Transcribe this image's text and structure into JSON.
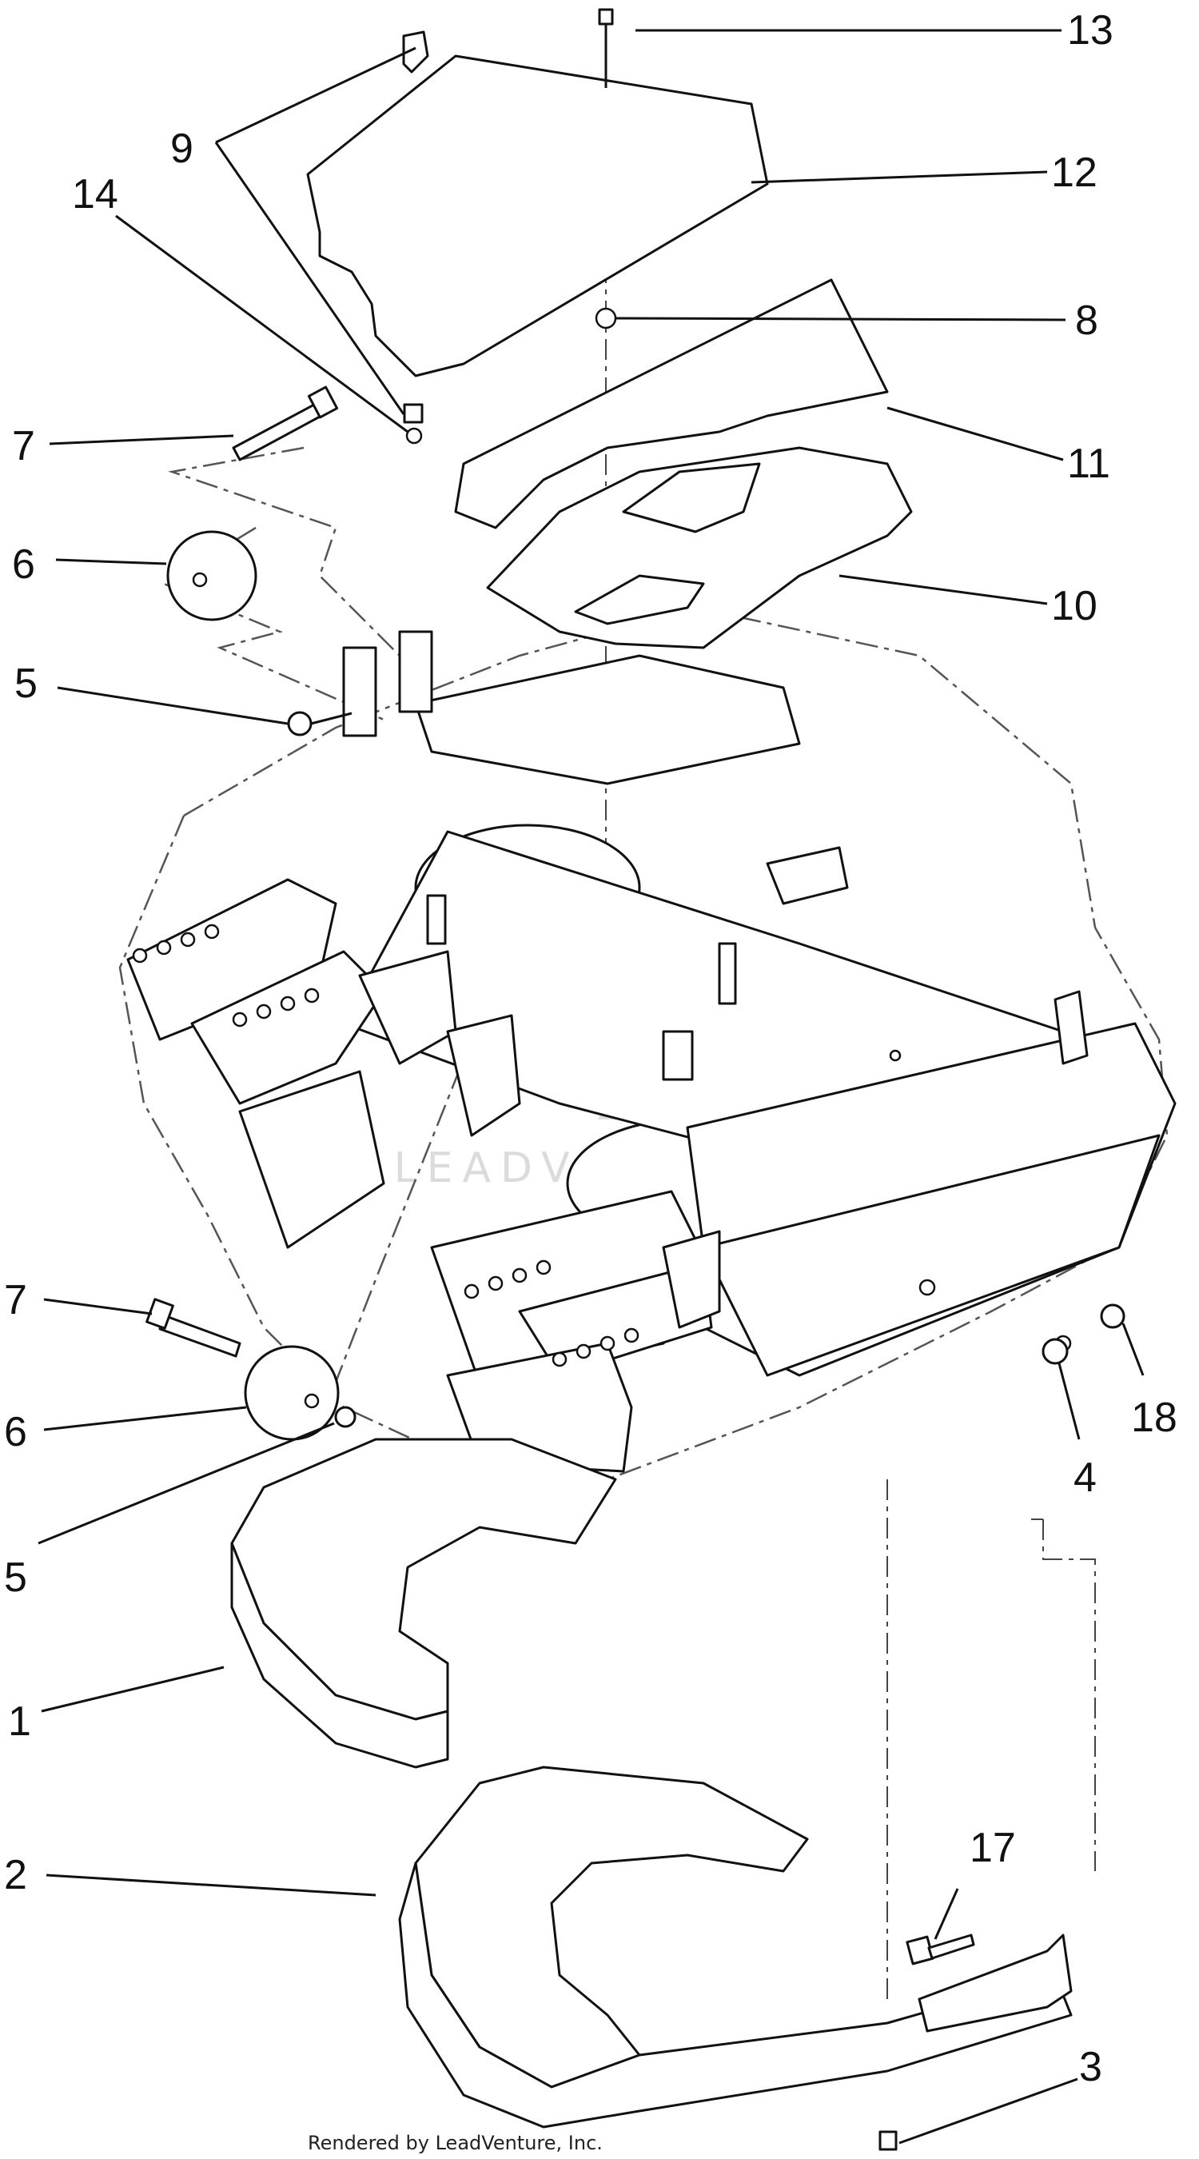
{
  "callouts": [
    {
      "id": "c1",
      "text": "1"
    },
    {
      "id": "c2",
      "text": "2"
    },
    {
      "id": "c3",
      "text": "3"
    },
    {
      "id": "c4",
      "text": "4"
    },
    {
      "id": "c5a",
      "text": "5"
    },
    {
      "id": "c5b",
      "text": "5"
    },
    {
      "id": "c6a",
      "text": "6"
    },
    {
      "id": "c6b",
      "text": "6"
    },
    {
      "id": "c7a",
      "text": "7"
    },
    {
      "id": "c7b",
      "text": "7"
    },
    {
      "id": "c8",
      "text": "8"
    },
    {
      "id": "c9",
      "text": "9"
    },
    {
      "id": "c10",
      "text": "10"
    },
    {
      "id": "c11",
      "text": "11"
    },
    {
      "id": "c12",
      "text": "12"
    },
    {
      "id": "c13",
      "text": "13"
    },
    {
      "id": "c14",
      "text": "14"
    },
    {
      "id": "c17",
      "text": "17"
    },
    {
      "id": "c18",
      "text": "18"
    }
  ],
  "watermark": "LEADVENTURE",
  "footer": "Rendered by LeadVenture, Inc."
}
